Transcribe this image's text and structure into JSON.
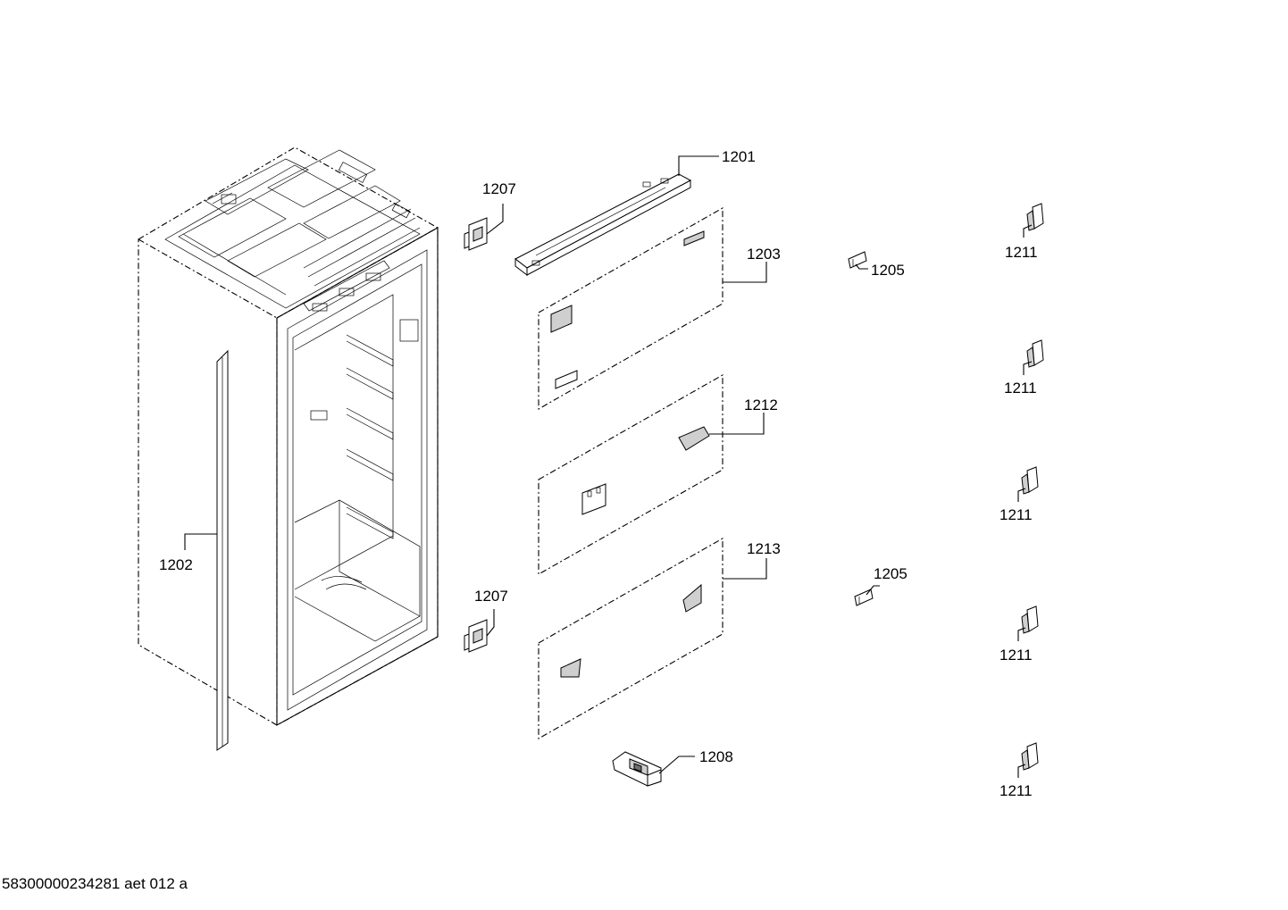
{
  "callouts": {
    "c1201": "1201",
    "c1202": "1202",
    "c1203": "1203",
    "c1205a": "1205",
    "c1205b": "1205",
    "c1207a": "1207",
    "c1207b": "1207",
    "c1208": "1208",
    "c1211a": "1211",
    "c1211b": "1211",
    "c1211c": "1211",
    "c1211d": "1211",
    "c1211e": "1211",
    "c1212": "1212",
    "c1213": "1213"
  },
  "footer": {
    "drawing_id": "58300000234281 aet 012 a"
  }
}
